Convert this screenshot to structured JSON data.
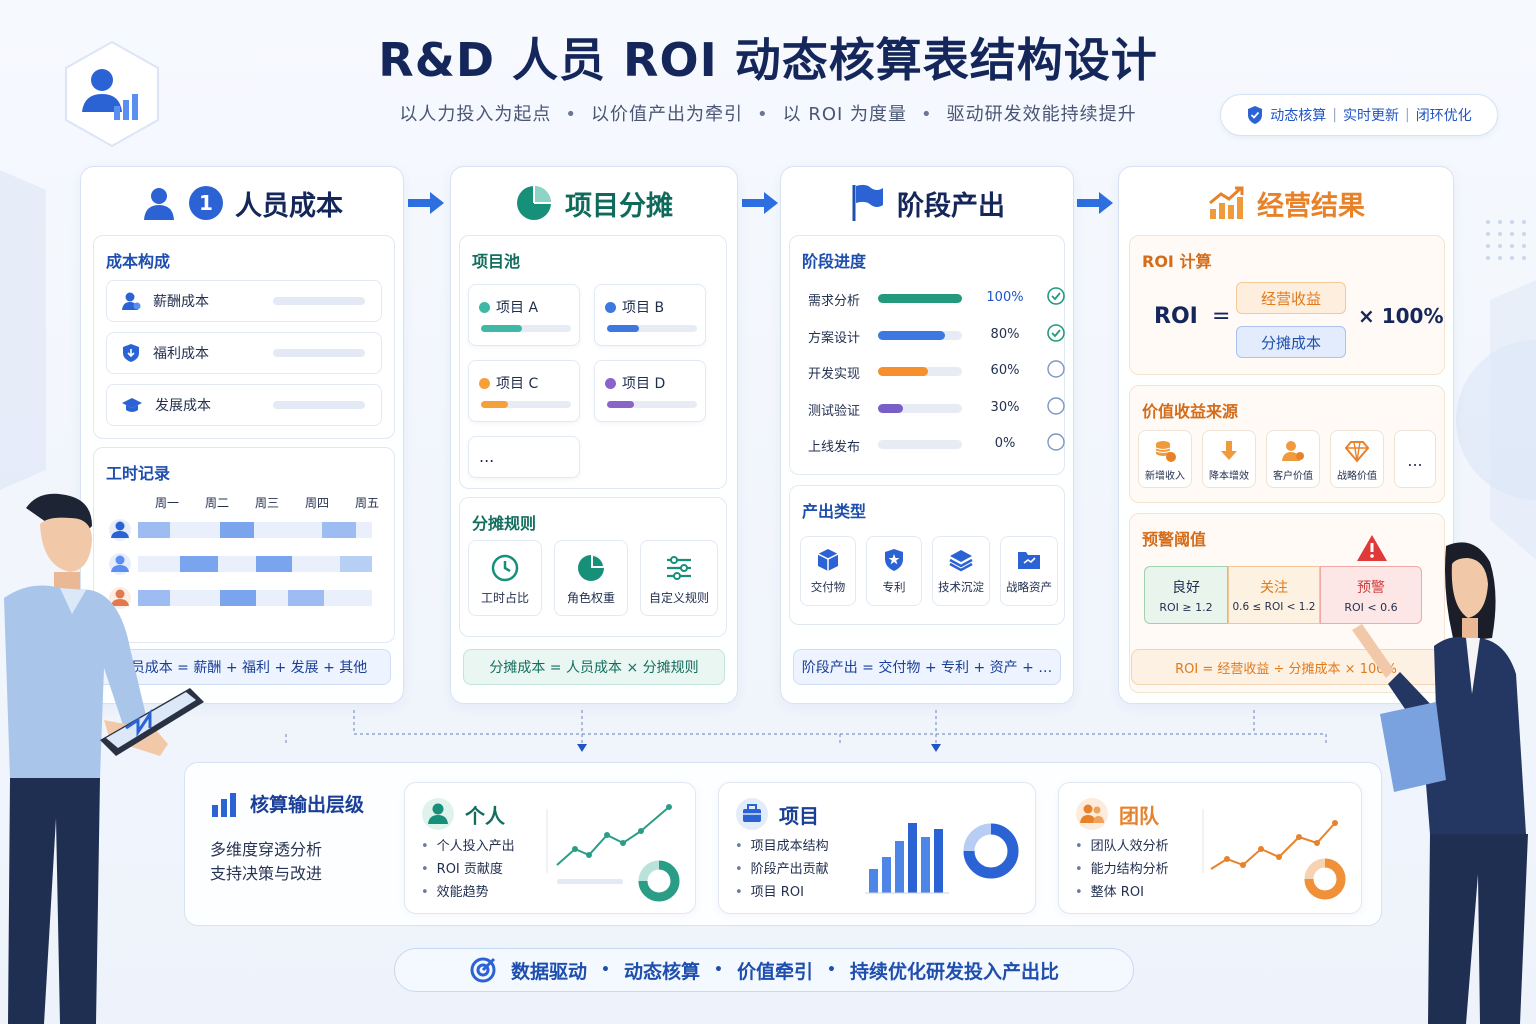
{
  "title": "R&D 人员 ROI 动态核算表结构设计",
  "subtitle": [
    "以人力投入为起点",
    "以价值产出为牵引",
    "以 ROI 为度量",
    "驱动研发效能持续提升"
  ],
  "subtitle_sep": "•",
  "badge": [
    "动态核算",
    "实时更新",
    "闭环优化"
  ],
  "badge_sep": "|",
  "panels": {
    "cost": {
      "step": "1",
      "title": "人员成本",
      "composition_title": "成本构成",
      "items": [
        "薪酬成本",
        "福利成本",
        "发展成本"
      ],
      "timesheet_title": "工时记录",
      "weekdays": [
        "周一",
        "周二",
        "周三",
        "周四",
        "周五"
      ],
      "formula": "人员成本 = 薪酬 + 福利 + 发展 + 其他"
    },
    "allocation": {
      "title": "项目分摊",
      "pool_title": "项目池",
      "projects": [
        {
          "name": "项目 A",
          "color": "#3fb8a6",
          "progress": 0.45
        },
        {
          "name": "项目 B",
          "color": "#3c78e0",
          "progress": 0.35
        },
        {
          "name": "项目 C",
          "color": "#f5a03a",
          "progress": 0.3
        },
        {
          "name": "项目 D",
          "color": "#8a64c8",
          "progress": 0.3
        }
      ],
      "more": "...",
      "rules_title": "分摊规则",
      "rules": [
        "工时占比",
        "角色权重",
        "自定义规则"
      ],
      "formula": "分摊成本 = 人员成本 × 分摊规则"
    },
    "output": {
      "title": "阶段产出",
      "progress_title": "阶段进度",
      "stages": [
        {
          "name": "需求分析",
          "pct": "100%",
          "value": 1.0,
          "color": "#239a7d",
          "done": true
        },
        {
          "name": "方案设计",
          "pct": "80%",
          "value": 0.8,
          "color": "#3c78e0",
          "done": true
        },
        {
          "name": "开发实现",
          "pct": "60%",
          "value": 0.6,
          "color": "#f5902c",
          "done": false
        },
        {
          "name": "测试验证",
          "pct": "30%",
          "value": 0.3,
          "color": "#7a5ec8",
          "done": false
        },
        {
          "name": "上线发布",
          "pct": "0%",
          "value": 0.0,
          "color": "#cccccc",
          "done": false
        }
      ],
      "types_title": "产出类型",
      "types": [
        "交付物",
        "专利",
        "技术沉淀",
        "战略资产"
      ],
      "formula": "阶段产出 = 交付物 + 专利 + 资产 + …"
    },
    "result": {
      "title": "经营结果",
      "roi_title": "ROI 计算",
      "roi_label": "ROI",
      "eq": "=",
      "numerator": "经营收益",
      "denominator": "分摊成本",
      "times": "× 100%",
      "sources_title": "价值收益来源",
      "sources": [
        "新增收入",
        "降本增效",
        "客户价值",
        "战略价值"
      ],
      "more": "...",
      "threshold_title": "预警阈值",
      "thresholds": [
        {
          "label": "良好",
          "cond": "ROI ≥ 1.2",
          "color": "#2f8a58"
        },
        {
          "label": "关注",
          "cond": "0.6 ≤ ROI < 1.2",
          "color": "#e07e1c"
        },
        {
          "label": "预警",
          "cond": "ROI < 0.6",
          "color": "#d23a3a"
        }
      ],
      "formula": "ROI = 经营收益 ÷ 分摊成本 × 100%"
    }
  },
  "levels": {
    "title": "核算输出层级",
    "desc1": "多维度穿透分析",
    "desc2": "支持决策与改进",
    "personal": {
      "title": "个人",
      "items": [
        "个人投入产出",
        "ROI 贡献度",
        "效能趋势"
      ]
    },
    "project": {
      "title": "项目",
      "items": [
        "项目成本结构",
        "阶段产出贡献",
        "项目 ROI"
      ]
    },
    "team": {
      "title": "团队",
      "items": [
        "团队人效分析",
        "能力结构分析",
        "整体 ROI"
      ]
    }
  },
  "footer": [
    "数据驱动",
    "动态核算",
    "价值牵引",
    "持续优化研发投入产出比"
  ],
  "footer_sep": "•",
  "colors": {
    "blue": "#1f55c4",
    "teal": "#17907a",
    "orange": "#e8822a",
    "navy": "#15275a"
  }
}
